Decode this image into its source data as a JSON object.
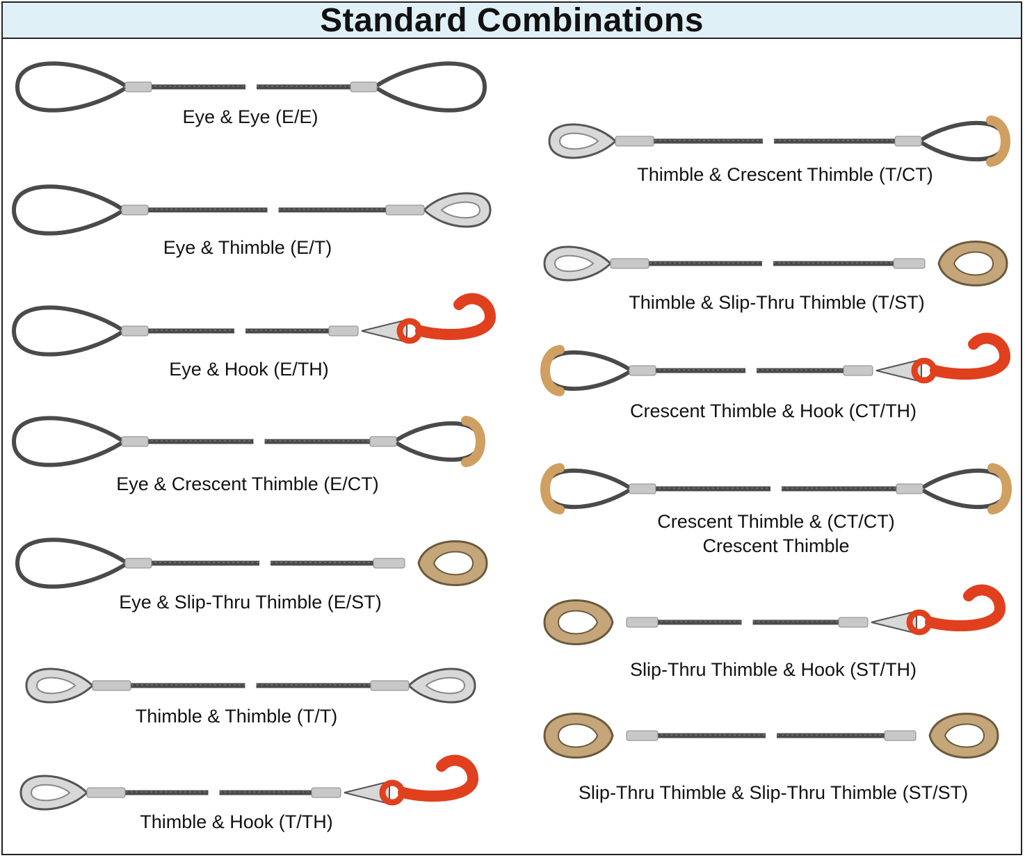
{
  "title": "Standard Combinations",
  "colors": {
    "header_bg": "#dff0f7",
    "rope": "#4a4a4a",
    "sleeve": "#c8c8c8",
    "thimble_silver": "#d8d8d8",
    "crescent_bronze": "#cfa062",
    "slipthru_bronze": "#c4a67a",
    "hook_red": "#e0401e"
  },
  "combinations": [
    {
      "caption": "Eye & Eye (E/E)",
      "left_end": "eye",
      "right_end": "eye"
    },
    {
      "caption": "Eye & Thimble (E/T)",
      "left_end": "eye",
      "right_end": "thimble"
    },
    {
      "caption": "Eye & Hook (E/TH)",
      "left_end": "eye",
      "right_end": "hook"
    },
    {
      "caption": "Eye & Crescent Thimble (E/CT)",
      "left_end": "eye",
      "right_end": "crescent"
    },
    {
      "caption": "Eye & Slip-Thru Thimble (E/ST)",
      "left_end": "eye",
      "right_end": "slipthru"
    },
    {
      "caption": "Thimble & Thimble (T/T)",
      "left_end": "thimble",
      "right_end": "thimble"
    },
    {
      "caption": "Thimble & Hook (T/TH)",
      "left_end": "thimble",
      "right_end": "hook"
    },
    {
      "caption": "Thimble & Crescent Thimble (T/CT)",
      "left_end": "thimble",
      "right_end": "crescent"
    },
    {
      "caption": "Thimble & Slip-Thru Thimble (T/ST)",
      "left_end": "thimble",
      "right_end": "slipthru"
    },
    {
      "caption": "Crescent Thimble & Hook (CT/TH)",
      "left_end": "crescent",
      "right_end": "hook"
    },
    {
      "caption": "Crescent Thimble & (CT/CT)",
      "caption_line2": "Crescent Thimble",
      "left_end": "crescent",
      "right_end": "crescent"
    },
    {
      "caption": "Slip-Thru Thimble & Hook (ST/TH)",
      "left_end": "slipthru",
      "right_end": "hook"
    },
    {
      "caption": "Slip-Thru Thimble & Slip-Thru Thimble (ST/ST)",
      "left_end": "slipthru",
      "right_end": "slipthru"
    }
  ]
}
